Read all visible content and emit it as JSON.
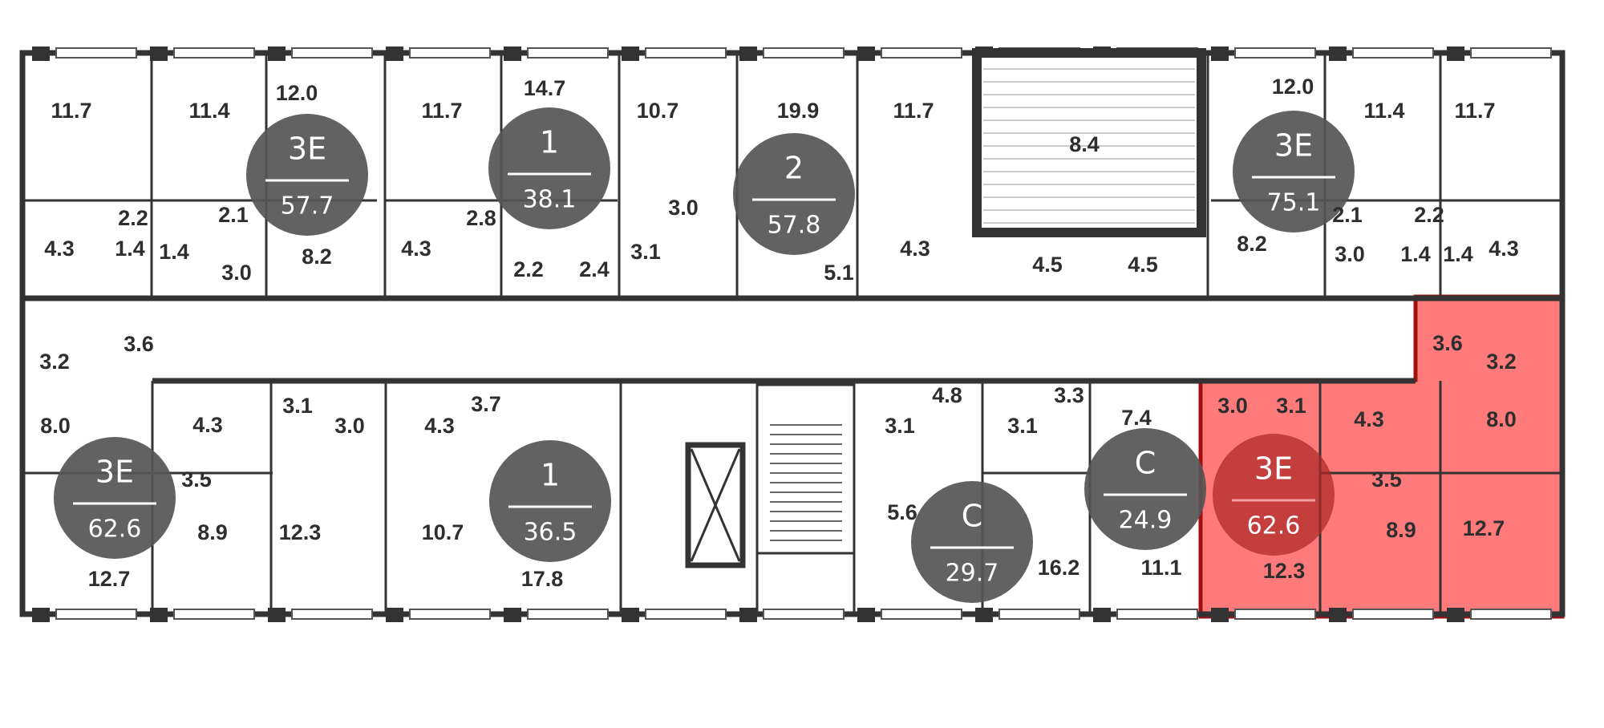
{
  "plan": {
    "highlight_color": "#ff7b7b",
    "highlight_border": "#a30f0f",
    "badge_color": "#555555",
    "wall_color": "#333333",
    "rooms": [
      "11.7",
      "11.4",
      "12.0",
      "11.7",
      "14.7",
      "10.7",
      "19.9",
      "11.7",
      "8.4",
      "12.0",
      "11.4",
      "11.7",
      "2.2",
      "2.1",
      "4.3",
      "1.4",
      "1.4",
      "3.0",
      "8.2",
      "4.3",
      "2.8",
      "2.2",
      "2.4",
      "3.0",
      "3.1",
      "5.1",
      "4.3",
      "4.5",
      "4.5",
      "8.2",
      "2.1",
      "2.2",
      "3.0",
      "1.4",
      "1.4",
      "4.3",
      "3.6",
      "3.2",
      "8.0",
      "3.5",
      "4.3",
      "3.1",
      "3.0",
      "8.9",
      "12.3",
      "12.7",
      "4.3",
      "3.7",
      "10.7",
      "17.8",
      "4.8",
      "3.1",
      "5.6",
      "16.2",
      "3.3",
      "3.1",
      "7.4",
      "11.1",
      "3.0",
      "3.1",
      "4.3",
      "12.3",
      "8.9",
      "12.7",
      "8.0",
      "3.5",
      "3.6",
      "3.2"
    ],
    "apartments": [
      {
        "type": "3E",
        "area": "57.7"
      },
      {
        "type": "1",
        "area": "38.1"
      },
      {
        "type": "2",
        "area": "57.8"
      },
      {
        "type": "3E",
        "area": "75.1"
      },
      {
        "type": "3E",
        "area": "62.6"
      },
      {
        "type": "1",
        "area": "36.5"
      },
      {
        "type": "C",
        "area": "29.7"
      },
      {
        "type": "C",
        "area": "24.9"
      },
      {
        "type": "3E",
        "area": "62.6",
        "selected": true
      }
    ]
  }
}
